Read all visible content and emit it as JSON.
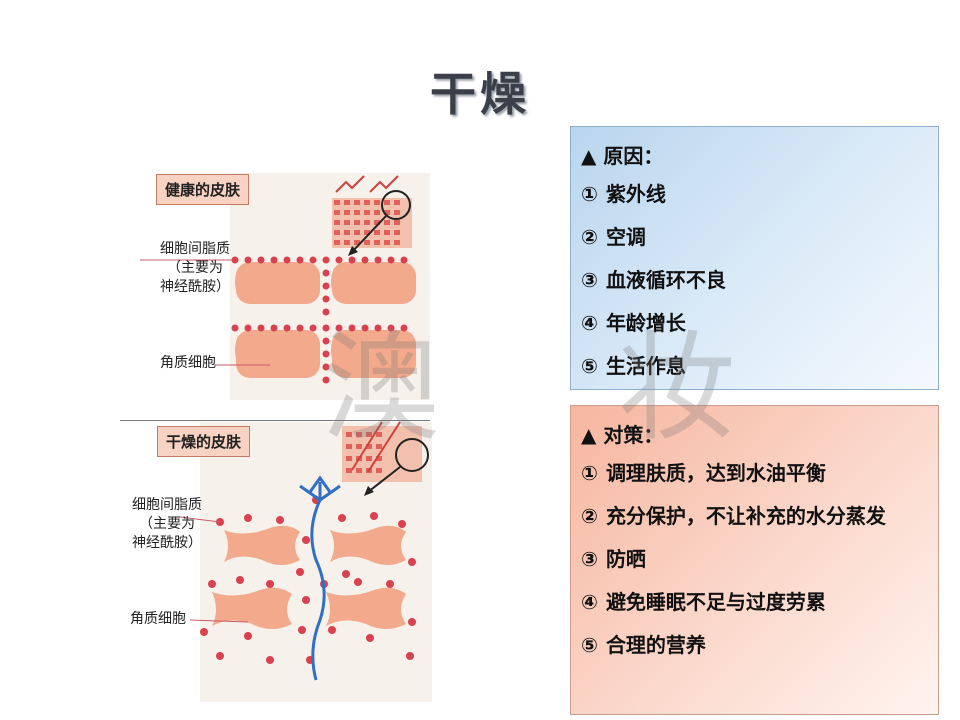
{
  "title": "干燥",
  "watermark": "澳 妆",
  "diagram": {
    "top_panel": {
      "label": "健康的皮肤",
      "label_intercellular": [
        "细胞间脂质",
        "（主要为",
        "神经酰胺）"
      ],
      "label_corneocyte": "角质细胞"
    },
    "bottom_panel": {
      "label": "干燥的皮肤",
      "label_intercellular": [
        "细胞间脂质",
        "（主要为",
        "神经酰胺）"
      ],
      "label_corneocyte": "角质细胞"
    },
    "colors": {
      "cell": "#f3a98b",
      "dot": "#d9414f",
      "background": "#f6f1ea",
      "water": "#2f6fc6"
    }
  },
  "causes": {
    "heading": "▲ 原因：",
    "items": [
      {
        "num": "①",
        "text": "紫外线"
      },
      {
        "num": "②",
        "text": "空调"
      },
      {
        "num": "③",
        "text": "血液循环不良"
      },
      {
        "num": "④",
        "text": "年龄增长"
      },
      {
        "num": "⑤",
        "text": "生活作息"
      }
    ]
  },
  "measures": {
    "heading": "▲ 对策：",
    "items": [
      {
        "num": "①",
        "text": "调理肤质，达到水油平衡"
      },
      {
        "num": "②",
        "text": "充分保护，不让补充的水分蒸发"
      },
      {
        "num": "③",
        "text": "防晒"
      },
      {
        "num": "④",
        "text": "避免睡眠不足与过度劳累"
      },
      {
        "num": "⑤",
        "text": "合理的营养"
      }
    ]
  }
}
